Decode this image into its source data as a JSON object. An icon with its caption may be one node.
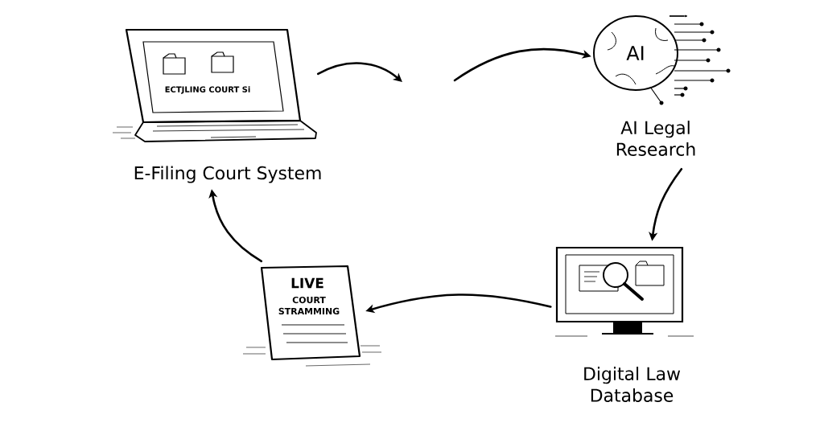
{
  "diagram": {
    "nodes": [
      {
        "text": [
          "ECTJLING COURT Si",
          "E-Filing Court System"
        ]
      },
      {
        "text": [
          "AI",
          "AI Legal Research"
        ]
      },
      {
        "text": [
          "Digital Law Database"
        ]
      },
      {
        "text": [
          "LIVE",
          "COURT STRAMMING"
        ]
      }
    ],
    "edges": [
      {
        "from": 0,
        "to": null,
        "arrow": "to"
      },
      {
        "from": null,
        "to": 1,
        "arrow": "to"
      },
      {
        "from": 1,
        "to": 2,
        "arrow": "to"
      },
      {
        "from": 2,
        "to": 3,
        "arrow": "to"
      },
      {
        "from": 3,
        "to": 0,
        "arrow": "to"
      }
    ]
  }
}
